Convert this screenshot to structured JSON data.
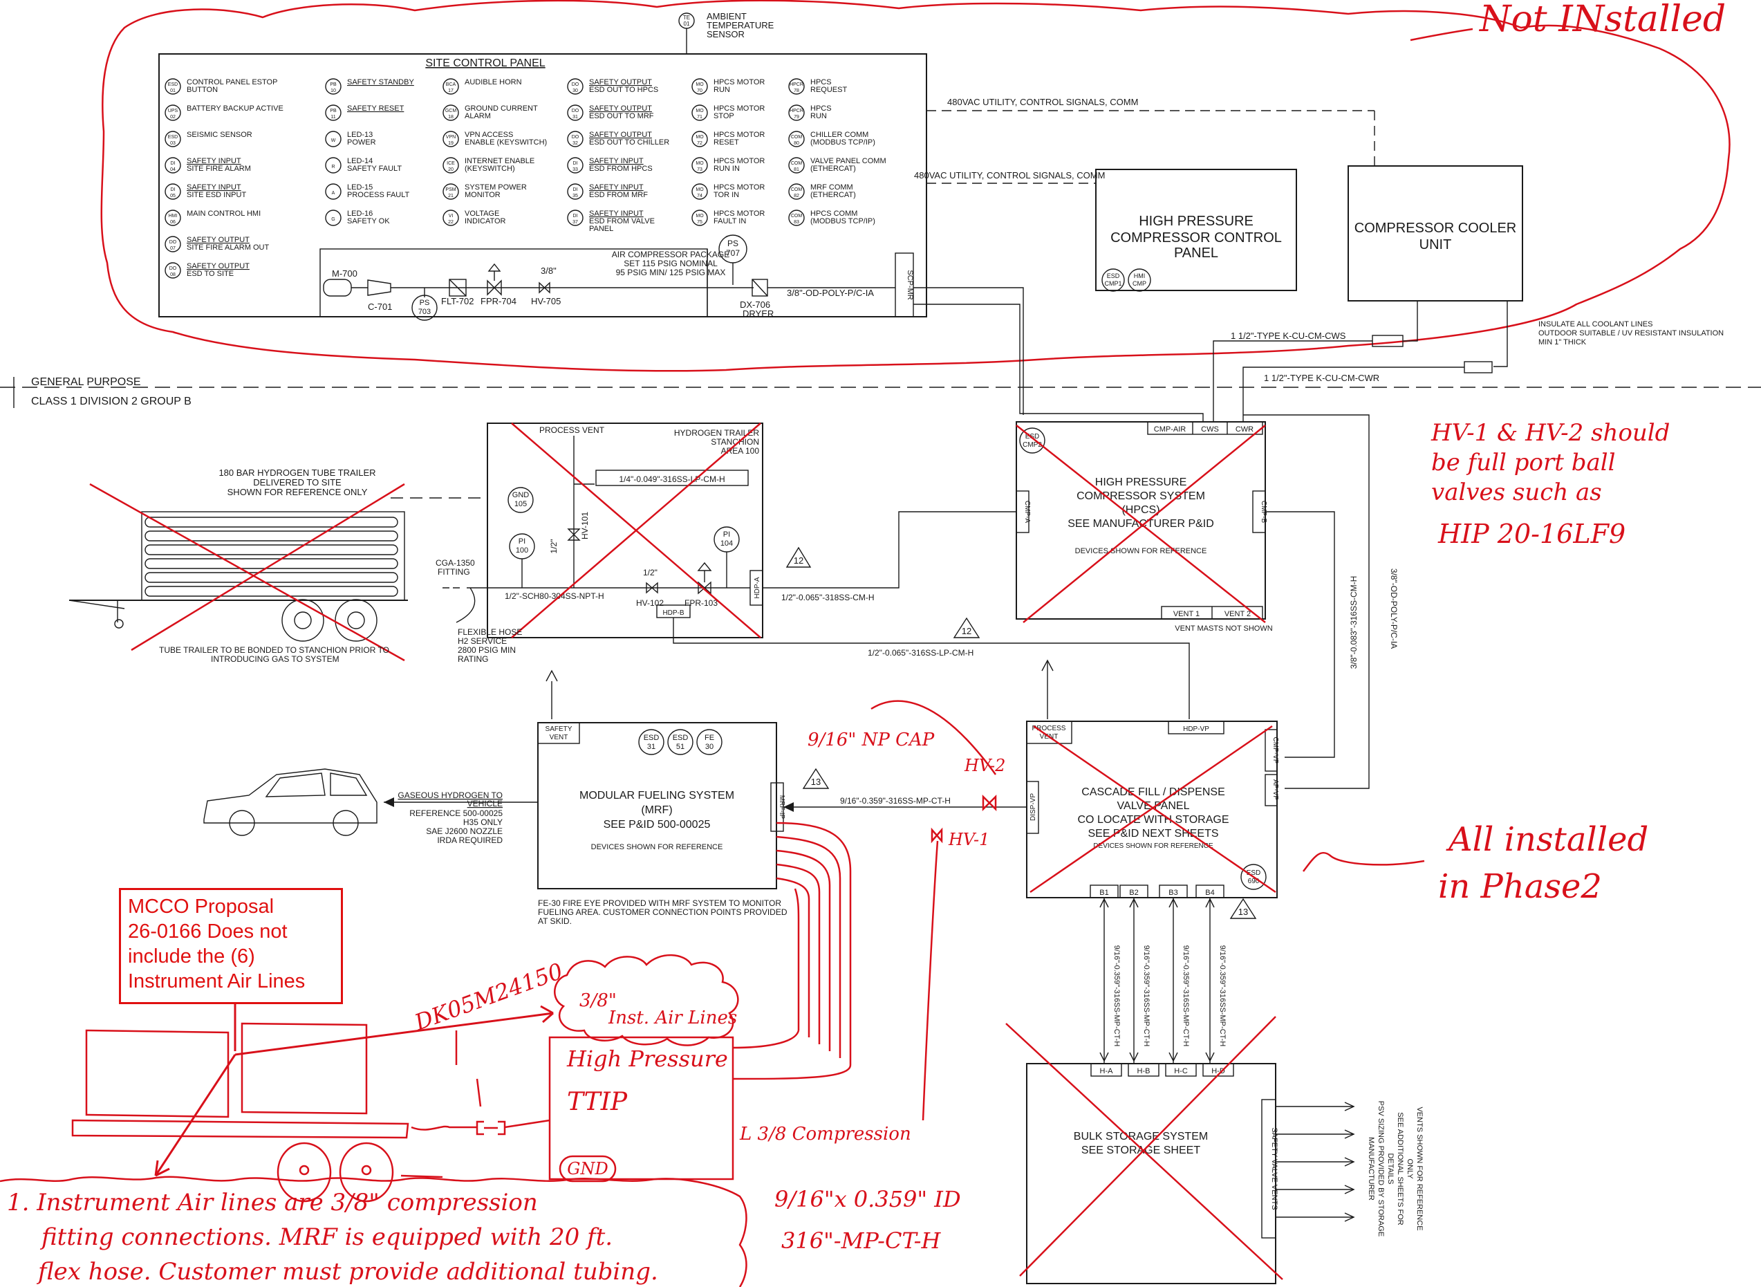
{
  "annotations": {
    "not_installed": "Not INstalled",
    "hv_note": [
      "HV-1 & HV-2 should",
      "be full port ball",
      "valves  such as",
      "HIP 20-16LF9"
    ],
    "phase2": [
      "All installed",
      "in  Phase2"
    ],
    "mcco_box": [
      "MCCO Proposal",
      "26-0166 Does not",
      "include the (6)",
      "Instrument Air Lines"
    ],
    "part_no": "DK05M24150",
    "inst_air": [
      "3/8\"",
      "Inst. Air Lines"
    ],
    "hp_ttip": [
      "High Pressure",
      "TTIP"
    ],
    "gnd": "GND",
    "compression": "L 3/8 Compression",
    "tube_spec": [
      "9/16\"x 0.359\" ID",
      "316\"-MP-CT-H"
    ],
    "note1": [
      "1. Instrument Air lines are 3/8\" compression",
      "fitting connections. MRF is equipped with 20 ft.",
      "flex hose. Customer must provide additional tubing."
    ],
    "cap": "9/16\" NP  CAP",
    "hv2": "HV-2",
    "hv1": "HV-1"
  },
  "ambient": [
    "AMBIENT",
    "TEMPERATURE",
    "SENSOR"
  ],
  "ambient_tag": [
    "TE",
    "01"
  ],
  "site_panel": {
    "title": "SITE CONTROL PANEL",
    "col1": [
      {
        "tag": [
          "ESD",
          "01"
        ],
        "label": [
          "CONTROL PANEL ESTOP",
          "BUTTON"
        ]
      },
      {
        "tag": [
          "UPS",
          "02"
        ],
        "label": [
          "BATTERY BACKUP ACTIVE"
        ]
      },
      {
        "tag": [
          "ESD",
          "03"
        ],
        "label": [
          "SEISMIC SENSOR"
        ]
      },
      {
        "tag": [
          "DI",
          "04"
        ],
        "label": [
          "SAFETY INPUT",
          "SITE FIRE ALARM"
        ]
      },
      {
        "tag": [
          "DI",
          "05"
        ],
        "label": [
          "SAFETY INPUT",
          "SITE ESD INPUT"
        ]
      },
      {
        "tag": [
          "HMI",
          "06"
        ],
        "label": [
          "MAIN CONTROL HMI"
        ]
      },
      {
        "tag": [
          "DO",
          "07"
        ],
        "label": [
          "SAFETY OUTPUT",
          "SITE FIRE ALARM OUT"
        ]
      },
      {
        "tag": [
          "DO",
          "08"
        ],
        "label": [
          "SAFETY OUTPUT",
          "ESD TO SITE"
        ]
      }
    ],
    "col2": [
      {
        "tag": [
          "PB",
          "10"
        ],
        "label": [
          "SAFETY STANDBY"
        ]
      },
      {
        "tag": [
          "PB",
          "11"
        ],
        "label": [
          "SAFETY RESET"
        ]
      },
      {
        "tag": [
          "W",
          ""
        ],
        "label": [
          "LED-13",
          "POWER"
        ]
      },
      {
        "tag": [
          "R",
          ""
        ],
        "label": [
          "LED-14",
          "SAFETY FAULT"
        ]
      },
      {
        "tag": [
          "A",
          ""
        ],
        "label": [
          "LED-15",
          "PROCESS FAULT"
        ]
      },
      {
        "tag": [
          "G",
          ""
        ],
        "label": [
          "LED-16",
          "SAFETY OK"
        ]
      }
    ],
    "col3": [
      {
        "tag": [
          "BCA",
          "17"
        ],
        "label": [
          "AUDIBLE HORN"
        ]
      },
      {
        "tag": [
          "GCM",
          "18"
        ],
        "label": [
          "GROUND CURRENT",
          "ALARM"
        ]
      },
      {
        "tag": [
          "VPN",
          "19"
        ],
        "label": [
          "VPN ACCESS",
          "ENABLE (KEYSWITCH)"
        ]
      },
      {
        "tag": [
          "ICE",
          "20"
        ],
        "label": [
          "INTERNET ENABLE",
          "(KEYSWITCH)"
        ]
      },
      {
        "tag": [
          "PSM",
          "21"
        ],
        "label": [
          "SYSTEM POWER",
          "MONITOR"
        ]
      },
      {
        "tag": [
          "VI",
          "22"
        ],
        "label": [
          "VOLTAGE",
          "INDICATOR"
        ]
      }
    ],
    "col4": [
      {
        "tag": [
          "DO",
          "30"
        ],
        "label": [
          "SAFETY OUTPUT",
          "ESD OUT TO HPCS"
        ]
      },
      {
        "tag": [
          "DO",
          "31"
        ],
        "label": [
          "SAFETY OUTPUT",
          "ESD OUT TO MRF"
        ]
      },
      {
        "tag": [
          "DO",
          "32"
        ],
        "label": [
          "SAFETY OUTPUT",
          "ESD OUT TO CHILLER"
        ]
      },
      {
        "tag": [
          "DI",
          "33"
        ],
        "label": [
          "SAFETY INPUT",
          "ESD FROM HPCS"
        ]
      },
      {
        "tag": [
          "DI",
          "35"
        ],
        "label": [
          "SAFETY INPUT",
          "ESD FROM MRF"
        ]
      },
      {
        "tag": [
          "DI",
          "37"
        ],
        "label": [
          "SAFETY INPUT",
          "ESD FROM VALVE",
          "PANEL"
        ]
      }
    ],
    "col5": [
      {
        "tag": [
          "MO",
          "70"
        ],
        "label": [
          "HPCS MOTOR",
          "RUN"
        ]
      },
      {
        "tag": [
          "MO",
          "71"
        ],
        "label": [
          "HPCS MOTOR",
          "STOP"
        ]
      },
      {
        "tag": [
          "MO",
          "72"
        ],
        "label": [
          "HPCS MOTOR",
          "RESET"
        ]
      },
      {
        "tag": [
          "MO",
          "73"
        ],
        "label": [
          "HPCS MOTOR",
          "RUN IN"
        ]
      },
      {
        "tag": [
          "MO",
          "74"
        ],
        "label": [
          "HPCS MOTOR",
          "TOR IN"
        ]
      },
      {
        "tag": [
          "MO",
          "75"
        ],
        "label": [
          "HPCS MOTOR",
          "FAULT IN"
        ]
      }
    ],
    "col6": [
      {
        "tag": [
          "HPCR",
          "78"
        ],
        "label": [
          "HPCS",
          "REQUEST"
        ]
      },
      {
        "tag": [
          "HPCR",
          "79"
        ],
        "label": [
          "HPCS",
          "RUN"
        ]
      },
      {
        "tag": [
          "COM",
          "80"
        ],
        "label": [
          "CHILLER COMM",
          "(MODBUS TCP/IP)"
        ]
      },
      {
        "tag": [
          "COM",
          "81"
        ],
        "label": [
          "VALVE PANEL COMM",
          "(ETHERCAT)"
        ]
      },
      {
        "tag": [
          "COM",
          "82"
        ],
        "label": [
          "MRF COMM",
          "(ETHERCAT)"
        ]
      },
      {
        "tag": [
          "COM",
          "83"
        ],
        "label": [
          "HPCS COMM",
          "(MODBUS TCP/IP)"
        ]
      }
    ],
    "air_pkg": [
      "AIR COMPRESSOR PACKAGE",
      "SET 115 PSIG NOMINAL",
      "95 PSIG MIN/ 125 PSIG MAX"
    ],
    "ps707": [
      "PS",
      "707"
    ],
    "m700": "M-700",
    "c701": "C-701",
    "ps703": [
      "PS",
      "703"
    ],
    "flt702": "FLT-702",
    "fpr704": "FPR-704",
    "hv705": "HV-705",
    "size38": "3/8\"",
    "dx706": [
      "DX-706",
      "DRYER"
    ],
    "air_line": "3/8\"-OD-POLY-P/C-IA",
    "scp_mr": "SCP-MR"
  },
  "lines": {
    "utility1": "480VAC UTILITY, CONTROL SIGNALS, COMM",
    "utility2": "480VAC UTILITY, CONTROL SIGNALS, COMM",
    "cws": "1 1/2\"-TYPE K-CU-CM-CWS",
    "cwr": "1 1/2\"-TYPE K-CU-CM-CWR",
    "insulate": [
      "INSULATE ALL COOLANT LINES",
      "OUTDOOR SUITABLE / UV RESISTANT INSULATION",
      "MIN 1\" THICK"
    ],
    "hp_line1": "1/2\"-0.065\"-318SS-CM-H",
    "hp_line2": "1/2\"-0.065\"-316SS-LP-CM-H",
    "vert1": "3/8\"-0.083\"-316SS-CM-H",
    "vert2": "3/8\"-OD-POLY-P/C-IA",
    "mrf_line": "9/16\"-0.359\"-316SS-MP-CT-H",
    "bulk_line": "9/16\"-0.359\"-316SS-MP-CT-H"
  },
  "zone": {
    "upper": "GENERAL PURPOSE",
    "lower": "CLASS 1 DIVISION 2 GROUP B"
  },
  "hpcp": {
    "title": [
      "HIGH PRESSURE",
      "COMPRESSOR CONTROL",
      "PANEL"
    ],
    "esd": [
      "ESD",
      "CMP1"
    ],
    "hmi": [
      "HMI",
      "CMP"
    ]
  },
  "ccu": {
    "title": [
      "COMPRESSOR COOLER",
      "UNIT"
    ]
  },
  "stanchion": {
    "process_vent": "PROCESS VENT",
    "title": [
      "HYDROGEN TRAILER",
      "STANCHION",
      "AREA 100"
    ],
    "vent_line": "1/4\"-0.049\"-316SS-LP-CM-H",
    "gnd": [
      "GND",
      "105"
    ],
    "pi100": [
      "PI",
      "100"
    ],
    "pi104": [
      "PI",
      "104"
    ],
    "hv101": "HV-101",
    "half1": "1/2\"",
    "half2": "1/2\"",
    "sch_line": "1/2\"-SCH80-304SS-NPT-H",
    "hv102": "HV-102",
    "fpr103": "FPR-103",
    "hdp_a": "HDP-A",
    "hdp_b": "HDP-B",
    "rev": "12"
  },
  "trailer": {
    "note": [
      "180 BAR HYDROGEN TUBE TRAILER",
      "DELIVERED TO SITE",
      "SHOWN FOR REFERENCE ONLY"
    ],
    "cga": [
      "CGA-1350",
      "FITTING"
    ],
    "hose": [
      "FLEXIBLE HOSE",
      "H2 SERVICE",
      "2800 PSIG MIN",
      "RATING"
    ],
    "bond": [
      "TUBE TRAILER TO BE BONDED TO STANCHION PRIOR TO",
      "INTRODUCING GAS TO SYSTEM"
    ]
  },
  "hpcs": {
    "esd": [
      "ESD",
      "CMP2"
    ],
    "ports": [
      "CMP-AIR",
      "CWS",
      "CWR"
    ],
    "title": [
      "HIGH PRESSURE",
      "COMPRESSOR SYSTEM",
      "(HPCS)",
      "SEE MANUFACTURER P&ID"
    ],
    "devices": "DEVICES SHOWN FOR REFERENCE",
    "cmp_a": "CMP-A",
    "cmp_b": "CMP-B",
    "vent1": "VENT 1",
    "vent2": "VENT 2",
    "masts": "VENT MASTS NOT SHOWN"
  },
  "rev12b": "12",
  "mrf": {
    "safety_vent": [
      "SAFETY",
      "VENT"
    ],
    "tags": [
      [
        "ESD",
        "31"
      ],
      [
        "ESD",
        "51"
      ],
      [
        "FE",
        "30"
      ]
    ],
    "title": [
      "MODULAR FUELING SYSTEM",
      "(MRF)",
      "SEE P&ID 500-00025"
    ],
    "devices": "DEVICES SHOWN FOR REFERENCE",
    "mrf_ip": "MRF-IP",
    "fe_note": [
      "FE-30 FIRE EYE PROVIDED WITH MRF SYSTEM TO MONITOR",
      "FUELING AREA. CUSTOMER CONNECTION POINTS PROVIDED",
      "AT SKID."
    ],
    "rev": "13"
  },
  "vehicle": {
    "note": [
      "GASEOUS HYDROGEN TO",
      "VEHICLE",
      "REFERENCE 500-00025",
      "H35 ONLY",
      "SAE J2600 NOZZLE",
      "IRDA REQUIRED"
    ]
  },
  "cascade": {
    "process_vent": [
      "PROCESS",
      "VENT"
    ],
    "hdp_vp": "HDP-VP",
    "cmp_vp": "CMP-VP",
    "ap_vp": "AP-VP",
    "disp_vp": "DISP-VP",
    "title": [
      "CASCADE FILL / DISPENSE",
      "VALVE PANEL",
      "CO LOCATE WITH STORAGE",
      "SEE P&ID NEXT SHEETS"
    ],
    "devices": "DEVICES SHOWN FOR REFERENCE",
    "esd": [
      "ESD",
      "690"
    ],
    "banks": [
      "B1",
      "B2",
      "B3",
      "B4"
    ],
    "rev": "13"
  },
  "bulk": {
    "ports": [
      "H-A",
      "H-B",
      "H-C",
      "H-D"
    ],
    "title": [
      "BULK STORAGE SYSTEM",
      "SEE STORAGE SHEET"
    ],
    "safety": "SAFETY VALVE VENTS",
    "vents_note": [
      "VENTS SHOWN FOR REFERENCE",
      "ONLY",
      "SEE ADDITIONAL SHEETS FOR",
      "DETAILS",
      "PSV SIZING PROVIDED BY STORAGE",
      "MANUFACTURER"
    ]
  }
}
